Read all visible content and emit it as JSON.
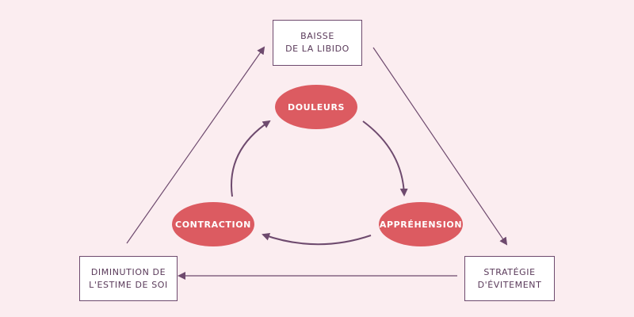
{
  "colors": {
    "background": "#fbedf0",
    "box_border": "#6e4a6e",
    "box_text": "#5a3a5a",
    "oval_fill": "#dc5b61",
    "arrow": "#6e4a6e"
  },
  "outer_nodes": {
    "libido": {
      "line1": "BAISSE",
      "line2": "DE LA LIBIDO"
    },
    "evitement": {
      "line1": "STRATÉGIE",
      "line2": "D'ÉVITEMENT"
    },
    "estime": {
      "line1": "DIMINUTION DE",
      "line2": "L'ESTIME DE SOI"
    }
  },
  "inner_nodes": {
    "douleurs": "DOULEURS",
    "apprehension": "APPRÉHENSION",
    "contraction": "CONTRACTION"
  }
}
